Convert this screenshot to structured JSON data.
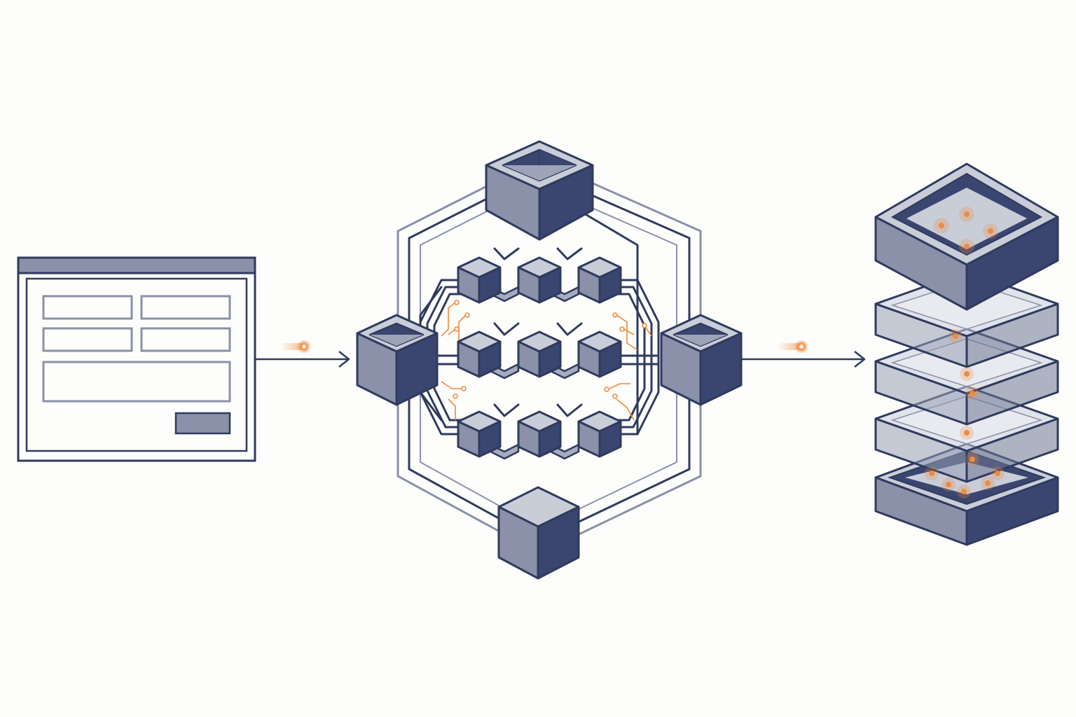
{
  "diagram": {
    "colors": {
      "background": "#fdfdfb",
      "stroke": "#2f3a5e",
      "dark_face": "#3b4670",
      "mid_face": "#8a91a8",
      "light_face": "#c9cdd8",
      "accent": "#ef8a3f"
    },
    "nodes": [
      {
        "id": "form-window",
        "icon": "form-window-icon"
      },
      {
        "id": "block-network",
        "icon": "hexagon-cube-network-icon"
      },
      {
        "id": "layered-storage",
        "icon": "stacked-storage-icon"
      }
    ],
    "edges": [
      {
        "from": "form-window",
        "to": "block-network",
        "icon": "arrow-right-icon",
        "signal": "orange-particle"
      },
      {
        "from": "block-network",
        "to": "layered-storage",
        "icon": "arrow-right-icon",
        "signal": "orange-particle"
      }
    ]
  }
}
